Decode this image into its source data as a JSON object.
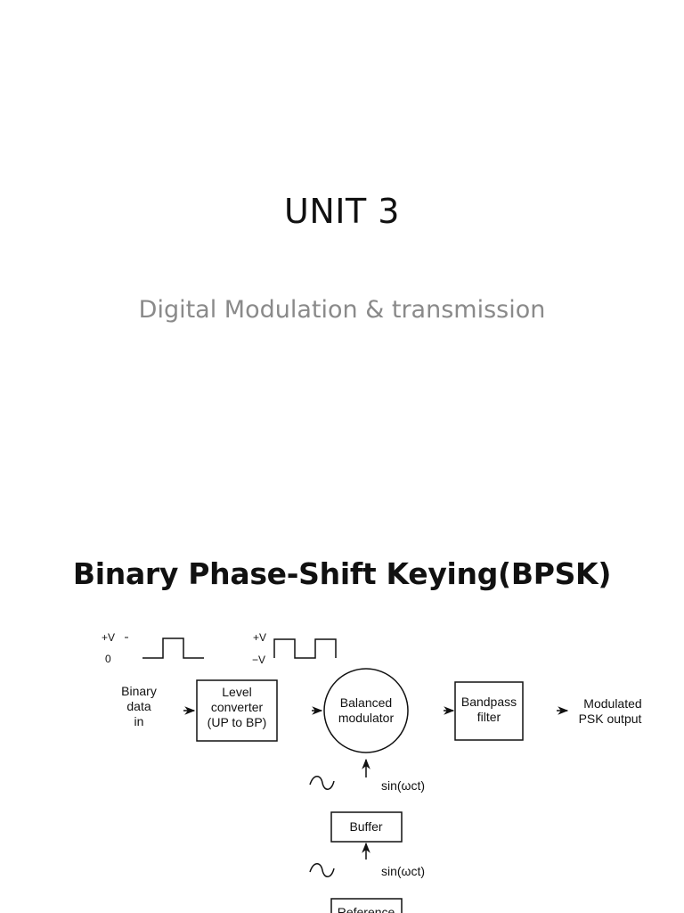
{
  "slide1": {
    "title": "UNIT 3",
    "subtitle": "Digital Modulation & transmission"
  },
  "slide2": {
    "title": "Binary Phase-Shift Keying(BPSK)",
    "diagram": {
      "unipolar_levels": {
        "high": "+V",
        "low": "0"
      },
      "bipolar_levels": {
        "high": "+V",
        "low": "−V"
      },
      "input_label": [
        "Binary",
        "data",
        "in"
      ],
      "level_converter": [
        "Level",
        "converter",
        "(UP to BP)"
      ],
      "balanced_modulator": [
        "Balanced",
        "modulator"
      ],
      "bandpass_filter": [
        "Bandpass",
        "filter"
      ],
      "output_label": [
        "Modulated",
        "PSK output"
      ],
      "carrier_label_1": "sin(ωct)",
      "buffer": "Buffer",
      "carrier_label_2": "sin(ωct)",
      "reference": "Reference"
    }
  }
}
